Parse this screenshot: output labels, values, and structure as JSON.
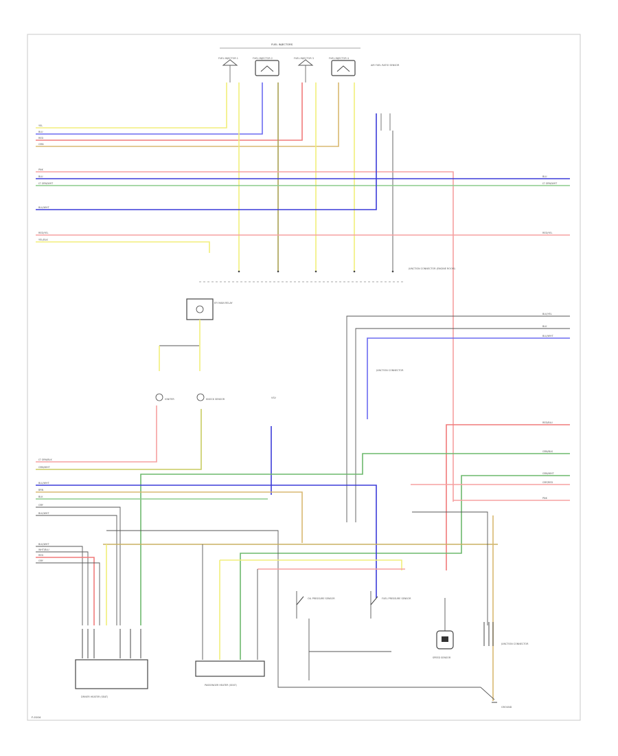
{
  "diagram": {
    "header_label": "FUEL INJECTORS",
    "footer_tag": "F-0104",
    "colors": {
      "yellow": "#f2ee7a",
      "blue": "#6a6af0",
      "red": "#f07a7a",
      "tan": "#d8b870",
      "pink": "#f5a0a0",
      "green": "#8ccc8c",
      "dark_blue": "#3a3ad8",
      "olive": "#a8a050",
      "gray": "#9a9a9a",
      "black": "#555555"
    },
    "components": [
      {
        "id": "fuel-injector-1",
        "label": "FUEL INJECTOR 1"
      },
      {
        "id": "fuel-injector-2",
        "label": "FUEL INJECTOR 2"
      },
      {
        "id": "fuel-injector-3",
        "label": "FUEL INJECTOR 3"
      },
      {
        "id": "fuel-injector-4",
        "label": "FUEL INJECTOR 4"
      },
      {
        "id": "air-fuel-sensor",
        "label": "AIR FUEL RATIO SENSOR"
      },
      {
        "id": "junction-connector-top",
        "label": "JUNCTION CONNECTOR (ENGINE ROOM)"
      },
      {
        "id": "ecm-relay",
        "label": "EFI MAIN RELAY"
      },
      {
        "id": "igniter",
        "label": "IGNITER"
      },
      {
        "id": "knock-sensor",
        "label": "KNOCK SENSOR"
      },
      {
        "id": "vsv",
        "label": "VSV"
      },
      {
        "id": "driver-heater",
        "label": "DRIVER HEATER (SEAT)"
      },
      {
        "id": "passenger-heater",
        "label": "PASSENGER HEATER (SEAT)"
      },
      {
        "id": "oil-pressure-sensor",
        "label": "OIL PRESSURE SENSOR"
      },
      {
        "id": "fuel-pressure-sensor",
        "label": "FUEL PRESSURE SENSOR"
      },
      {
        "id": "speed-sensor",
        "label": "SPEED SENSOR"
      },
      {
        "id": "junction-connector-bottom",
        "label": "JUNCTION CONNECTOR"
      },
      {
        "id": "ground",
        "label": "GROUND"
      }
    ],
    "left_wire_labels": [
      "YEL",
      "BLU",
      "RED",
      "GRN",
      "PNK",
      "BLU",
      "LT GRN/WHT",
      "BLU/WHT",
      "RED/YEL",
      "YEL/BLK",
      "LT GRN/BLK",
      "GRN/WHT",
      "BLU/WHT",
      "BRN",
      "BLK",
      "GRY",
      "BLK/WHT",
      "BLK/WHT",
      "WHT/BLU",
      "RED",
      "GRY"
    ],
    "right_wire_labels": [
      "BLU",
      "LT GRN/WHT",
      "RED/YEL",
      "BLK/YEL",
      "BLK",
      "BLU/WHT",
      "RED/BLU",
      "GRN/BLK",
      "GRN/WHT",
      "GRY/RED",
      "PNK"
    ]
  }
}
